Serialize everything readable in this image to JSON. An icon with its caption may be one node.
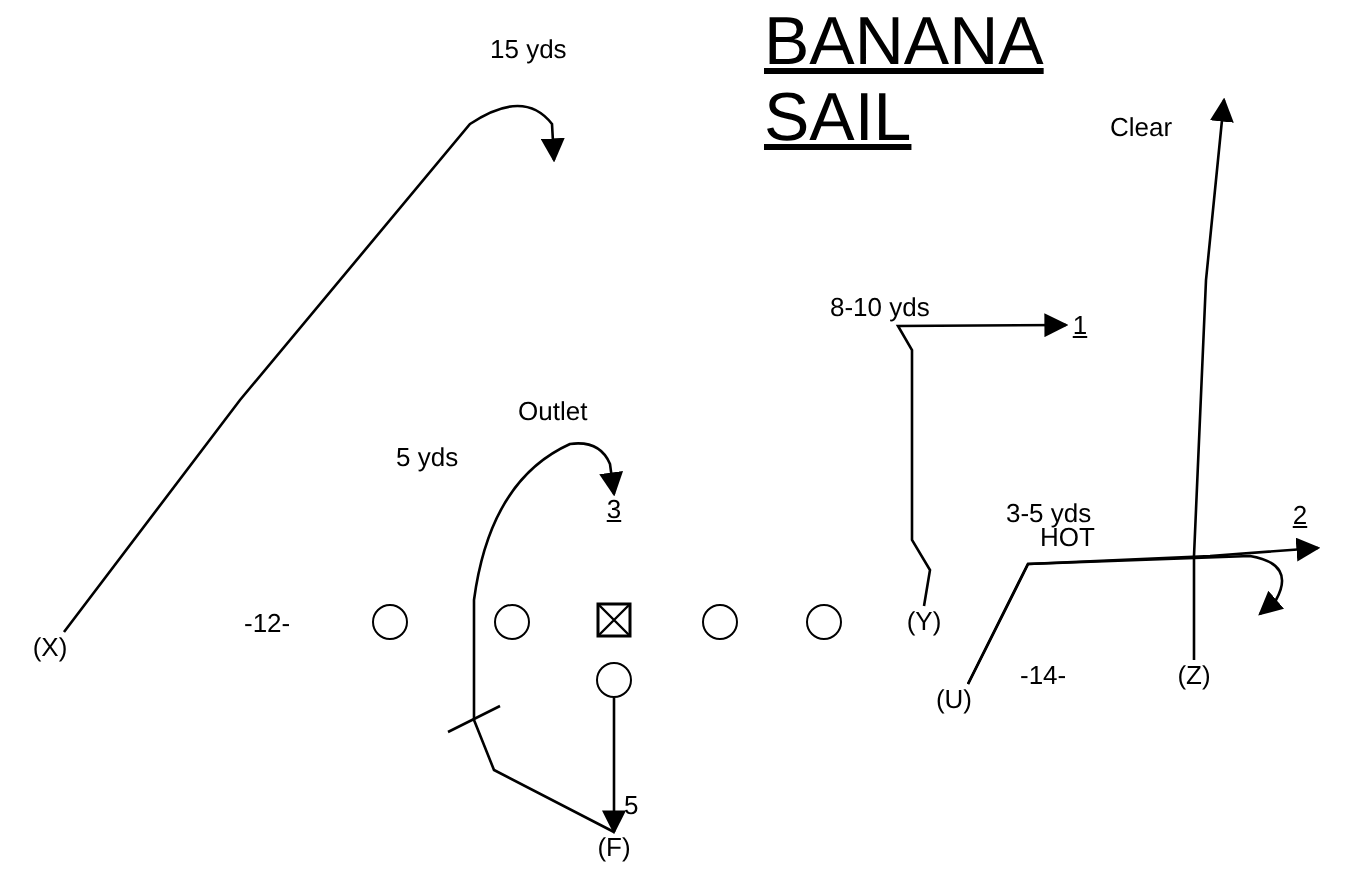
{
  "diagram": {
    "title": "BANANA SAIL",
    "nodes": [
      {
        "text": [
          "(X)"
        ]
      },
      {
        "text": [],
        "shape": "circle"
      },
      {
        "text": [],
        "shape": "circle"
      },
      {
        "text": [],
        "shape": "box"
      },
      {
        "text": [],
        "shape": "circle"
      },
      {
        "text": [],
        "shape": "circle"
      },
      {
        "text": [
          "(Y)"
        ]
      },
      {
        "text": [
          "(U)"
        ]
      },
      {
        "text": [
          "(Z)"
        ]
      },
      {
        "text": [],
        "shape": "circle"
      },
      {
        "text": [
          "(F)"
        ]
      },
      {
        "text": [
          "1"
        ]
      },
      {
        "text": [
          "2"
        ]
      },
      {
        "text": [
          "3"
        ]
      }
    ],
    "edges": [
      {
        "from": 0,
        "to": null,
        "arrow": "to"
      },
      {
        "from": 6,
        "to": 11,
        "arrow": "to"
      },
      {
        "from": 7,
        "to": 12,
        "arrow": "to"
      },
      {
        "from": 7,
        "to": null,
        "arrow": "to"
      },
      {
        "from": 8,
        "to": null,
        "arrow": "to"
      },
      {
        "from": 10,
        "to": 13,
        "arrow": "to"
      },
      {
        "from": 9,
        "to": 10,
        "arrow": "to"
      }
    ],
    "labels": [
      "15 yds",
      "Clear",
      "8-10 yds",
      "Outlet",
      "5 yds",
      "3-5 yds",
      "HOT",
      "-12-",
      "-14-",
      "5"
    ]
  }
}
